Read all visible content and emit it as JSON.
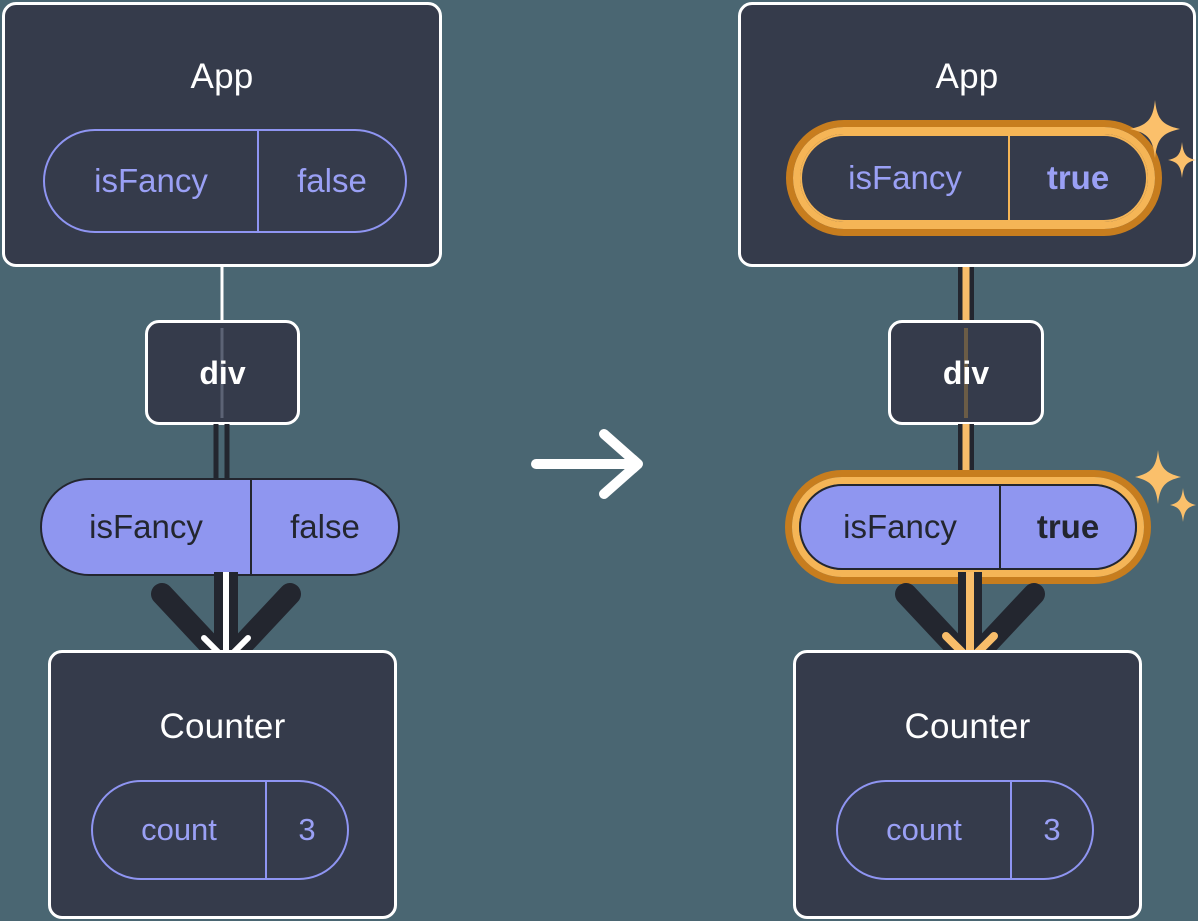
{
  "diagram": {
    "title": "React state propagation before and after isFancy toggle",
    "transition_icon": "arrow-right-icon",
    "colors": {
      "background": "#4a6672",
      "panel_fill": "#353b4b",
      "panel_border": "#ffffff",
      "purple_fill": "#8f96f0",
      "purple_outline": "#8f95f2",
      "purple_text": "#9aa0f5",
      "dark_text": "#23262f",
      "highlight_outer": "#c77d1e",
      "highlight_inner": "#f5b556",
      "arrow_dark": "#23262f",
      "arrow_light": "#ffffff",
      "arrow_orange": "#f8bd6a"
    },
    "panels": [
      {
        "id": "before",
        "app": {
          "title": "App",
          "prop": {
            "key": "isFancy",
            "value": "false",
            "style": "outline",
            "highlighted": false,
            "bold_value": false
          }
        },
        "div": {
          "label": "div"
        },
        "passed_prop": {
          "key": "isFancy",
          "value": "false",
          "style": "filled",
          "highlighted": false,
          "bold_value": false
        },
        "counter": {
          "title": "Counter",
          "state": {
            "key": "count",
            "value": "3",
            "style": "outline",
            "highlighted": false,
            "bold_value": false
          }
        },
        "arrow_color": "#ffffff",
        "sparkles": false
      },
      {
        "id": "after",
        "app": {
          "title": "App",
          "prop": {
            "key": "isFancy",
            "value": "true",
            "style": "outline",
            "highlighted": true,
            "bold_value": true
          }
        },
        "div": {
          "label": "div"
        },
        "passed_prop": {
          "key": "isFancy",
          "value": "true",
          "style": "filled",
          "highlighted": true,
          "bold_value": true
        },
        "counter": {
          "title": "Counter",
          "state": {
            "key": "count",
            "value": "3",
            "style": "outline",
            "highlighted": false,
            "bold_value": false
          }
        },
        "arrow_color": "#f8bd6a",
        "sparkles": true
      }
    ]
  }
}
